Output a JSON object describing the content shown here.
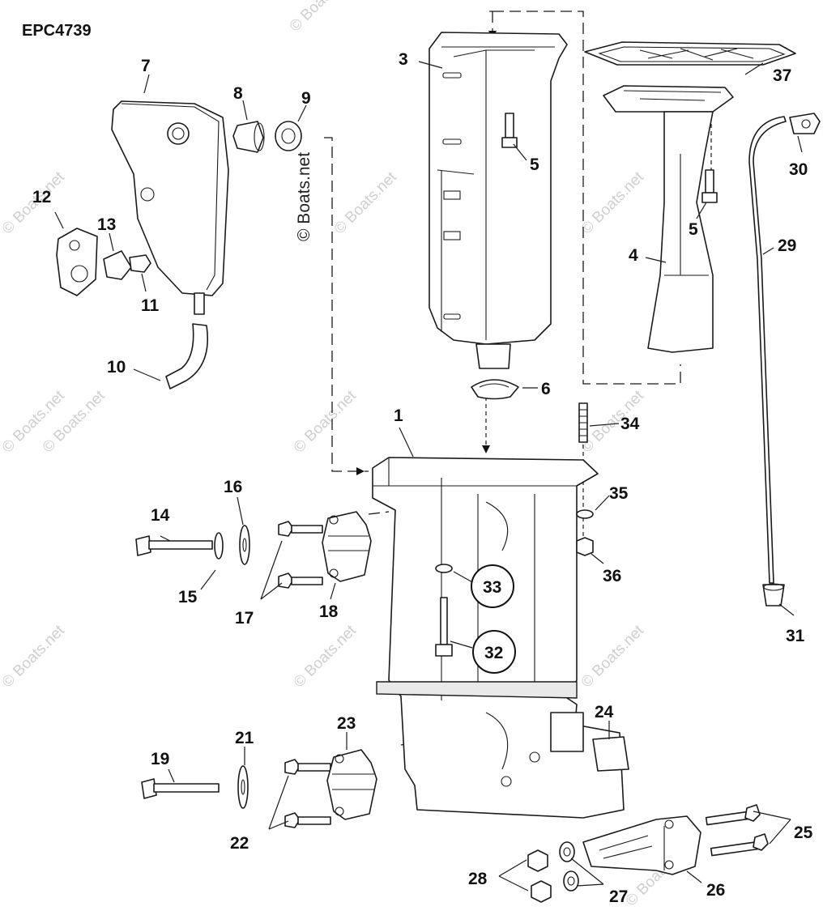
{
  "diagram": {
    "reference_code": "EPC4739",
    "copyright_mark": "© Boats.net",
    "watermarks": [
      "© Boats.net",
      "© Boats.net",
      "© Boats.net",
      "© Boats.net",
      "© Boats.net",
      "© Boats.net",
      "© Boats.net",
      "© Boats.net",
      "© Boats.net",
      "© Boats.net",
      "© Boats.net",
      "© Boats.net"
    ],
    "callouts": {
      "c1": "1",
      "c3": "3",
      "c4": "4",
      "c5a": "5",
      "c5b": "5",
      "c6": "6",
      "c7": "7",
      "c8": "8",
      "c9": "9",
      "c10": "10",
      "c11": "11",
      "c12": "12",
      "c13": "13",
      "c14": "14",
      "c15": "15",
      "c16": "16",
      "c17": "17",
      "c18": "18",
      "c19": "19",
      "c21": "21",
      "c22": "22",
      "c23": "23",
      "c24": "24",
      "c25": "25",
      "c26": "26",
      "c27": "27",
      "c28": "28",
      "c29": "29",
      "c30": "30",
      "c31": "31",
      "c32": "32",
      "c33": "33",
      "c34": "34",
      "c35": "35",
      "c36": "36",
      "c37": "37"
    }
  }
}
